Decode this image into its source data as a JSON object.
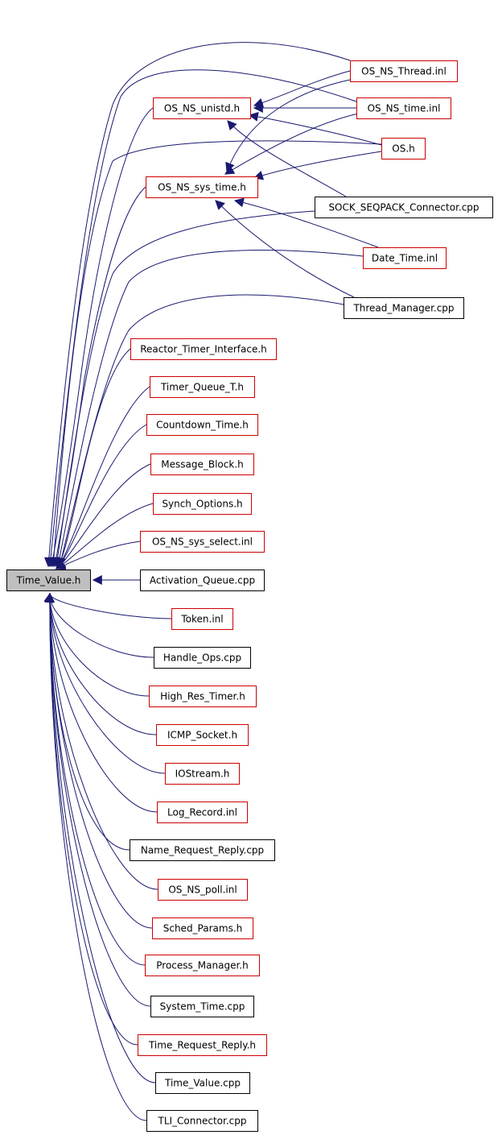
{
  "diagram": {
    "root": "Time_Value.h",
    "colors": {
      "edge": "#191970",
      "root_fill": "#bfbfbf",
      "linked_border": "#cc0000",
      "plain_border": "#000000",
      "text": "#000000"
    },
    "nodes": [
      {
        "id": "time_value_h",
        "label": "Time_Value.h",
        "style": "root"
      },
      {
        "id": "os_ns_thread_inl",
        "label": "OS_NS_Thread.inl",
        "style": "linked"
      },
      {
        "id": "os_ns_unistd_h",
        "label": "OS_NS_unistd.h",
        "style": "linked"
      },
      {
        "id": "os_ns_time_inl",
        "label": "OS_NS_time.inl",
        "style": "linked"
      },
      {
        "id": "os_h",
        "label": "OS.h",
        "style": "linked"
      },
      {
        "id": "os_ns_sys_time_h",
        "label": "OS_NS_sys_time.h",
        "style": "linked"
      },
      {
        "id": "sock_seqpack_connector_cpp",
        "label": "SOCK_SEQPACK_Connector.cpp",
        "style": "plain"
      },
      {
        "id": "date_time_inl",
        "label": "Date_Time.inl",
        "style": "linked"
      },
      {
        "id": "thread_manager_cpp",
        "label": "Thread_Manager.cpp",
        "style": "plain"
      },
      {
        "id": "reactor_timer_interface_h",
        "label": "Reactor_Timer_Interface.h",
        "style": "linked"
      },
      {
        "id": "timer_queue_t_h",
        "label": "Timer_Queue_T.h",
        "style": "linked"
      },
      {
        "id": "countdown_time_h",
        "label": "Countdown_Time.h",
        "style": "linked"
      },
      {
        "id": "message_block_h",
        "label": "Message_Block.h",
        "style": "linked"
      },
      {
        "id": "synch_options_h",
        "label": "Synch_Options.h",
        "style": "linked"
      },
      {
        "id": "os_ns_sys_select_inl",
        "label": "OS_NS_sys_select.inl",
        "style": "linked"
      },
      {
        "id": "activation_queue_cpp",
        "label": "Activation_Queue.cpp",
        "style": "plain"
      },
      {
        "id": "token_inl",
        "label": "Token.inl",
        "style": "linked"
      },
      {
        "id": "handle_ops_cpp",
        "label": "Handle_Ops.cpp",
        "style": "plain"
      },
      {
        "id": "high_res_timer_h",
        "label": "High_Res_Timer.h",
        "style": "linked"
      },
      {
        "id": "icmp_socket_h",
        "label": "ICMP_Socket.h",
        "style": "linked"
      },
      {
        "id": "iostream_h",
        "label": "IOStream.h",
        "style": "linked"
      },
      {
        "id": "log_record_inl",
        "label": "Log_Record.inl",
        "style": "linked"
      },
      {
        "id": "name_request_reply_cpp",
        "label": "Name_Request_Reply.cpp",
        "style": "plain"
      },
      {
        "id": "os_ns_poll_inl",
        "label": "OS_NS_poll.inl",
        "style": "linked"
      },
      {
        "id": "sched_params_h",
        "label": "Sched_Params.h",
        "style": "linked"
      },
      {
        "id": "process_manager_h",
        "label": "Process_Manager.h",
        "style": "linked"
      },
      {
        "id": "system_time_cpp",
        "label": "System_Time.cpp",
        "style": "plain"
      },
      {
        "id": "time_request_reply_h",
        "label": "Time_Request_Reply.h",
        "style": "linked"
      },
      {
        "id": "time_value_cpp",
        "label": "Time_Value.cpp",
        "style": "plain"
      },
      {
        "id": "tli_connector_cpp",
        "label": "TLI_Connector.cpp",
        "style": "plain"
      }
    ],
    "edges": [
      {
        "from": "os_ns_thread_inl",
        "to": "time_value_h"
      },
      {
        "from": "os_ns_unistd_h",
        "to": "time_value_h"
      },
      {
        "from": "os_ns_time_inl",
        "to": "time_value_h"
      },
      {
        "from": "os_h",
        "to": "time_value_h"
      },
      {
        "from": "os_ns_sys_time_h",
        "to": "time_value_h"
      },
      {
        "from": "sock_seqpack_connector_cpp",
        "to": "time_value_h"
      },
      {
        "from": "date_time_inl",
        "to": "time_value_h"
      },
      {
        "from": "thread_manager_cpp",
        "to": "time_value_h"
      },
      {
        "from": "reactor_timer_interface_h",
        "to": "time_value_h"
      },
      {
        "from": "timer_queue_t_h",
        "to": "time_value_h"
      },
      {
        "from": "countdown_time_h",
        "to": "time_value_h"
      },
      {
        "from": "message_block_h",
        "to": "time_value_h"
      },
      {
        "from": "synch_options_h",
        "to": "time_value_h"
      },
      {
        "from": "os_ns_sys_select_inl",
        "to": "time_value_h"
      },
      {
        "from": "activation_queue_cpp",
        "to": "time_value_h"
      },
      {
        "from": "token_inl",
        "to": "time_value_h"
      },
      {
        "from": "handle_ops_cpp",
        "to": "time_value_h"
      },
      {
        "from": "high_res_timer_h",
        "to": "time_value_h"
      },
      {
        "from": "icmp_socket_h",
        "to": "time_value_h"
      },
      {
        "from": "iostream_h",
        "to": "time_value_h"
      },
      {
        "from": "log_record_inl",
        "to": "time_value_h"
      },
      {
        "from": "name_request_reply_cpp",
        "to": "time_value_h"
      },
      {
        "from": "os_ns_poll_inl",
        "to": "time_value_h"
      },
      {
        "from": "sched_params_h",
        "to": "time_value_h"
      },
      {
        "from": "process_manager_h",
        "to": "time_value_h"
      },
      {
        "from": "system_time_cpp",
        "to": "time_value_h"
      },
      {
        "from": "time_request_reply_h",
        "to": "time_value_h"
      },
      {
        "from": "time_value_cpp",
        "to": "time_value_h"
      },
      {
        "from": "tli_connector_cpp",
        "to": "time_value_h"
      },
      {
        "from": "os_ns_thread_inl",
        "to": "os_ns_unistd_h"
      },
      {
        "from": "os_ns_time_inl",
        "to": "os_ns_unistd_h"
      },
      {
        "from": "os_h",
        "to": "os_ns_unistd_h"
      },
      {
        "from": "sock_seqpack_connector_cpp",
        "to": "os_ns_unistd_h"
      },
      {
        "from": "os_ns_thread_inl",
        "to": "os_ns_sys_time_h"
      },
      {
        "from": "os_ns_time_inl",
        "to": "os_ns_sys_time_h"
      },
      {
        "from": "os_h",
        "to": "os_ns_sys_time_h"
      },
      {
        "from": "date_time_inl",
        "to": "os_ns_sys_time_h"
      },
      {
        "from": "thread_manager_cpp",
        "to": "os_ns_sys_time_h"
      }
    ]
  }
}
